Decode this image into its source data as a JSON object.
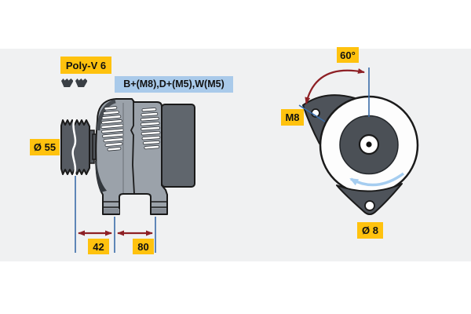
{
  "diagram_title": "alternator-technical-drawing",
  "colors": {
    "panel-bg": "#f0f1f2",
    "label-yellow": "#ffc20e",
    "label-blue": "#a9caea",
    "dim-blue": "#3a6ca8",
    "arrow-red": "#8e2025",
    "rotation-blue": "#a5cdf0",
    "body-gray": "#9ba2aa",
    "part-dark-gray": "#565b62",
    "inner-circle-gray": "#4b5056"
  },
  "side_view": {
    "belt_type_label": "Poly-V 6",
    "terminals_label": "B+(M8),D+(M5),W(M5)",
    "pulley_diameter_label": "Ø 55",
    "dimension_a": "42",
    "dimension_b": "80",
    "icons": {
      "belt": "poly-v-belt-cross-section-icon"
    }
  },
  "front_view": {
    "mount_angle_label": "60°",
    "mount_thread_label": "M8",
    "mount_hole_diameter_label": "Ø 8",
    "icons": {
      "rotation": "counter-clockwise-rotation-arrow-icon"
    }
  }
}
